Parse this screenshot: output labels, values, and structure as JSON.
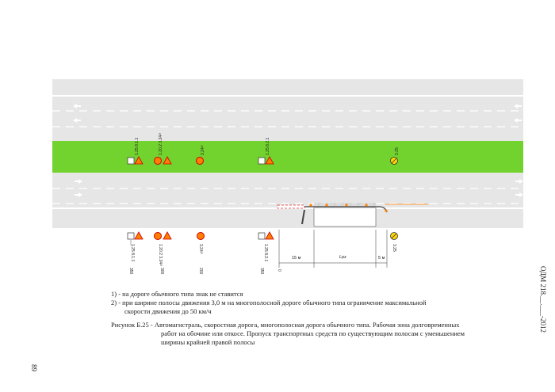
{
  "side_header": "ОДМ 218.__.___-2012",
  "page_number": "89",
  "top_sign_labels": [
    {
      "text": "1.25\n8.1.1",
      "dist": ""
    },
    {
      "text": "1.20.2\n3.24²⁾",
      "dist": ""
    },
    {
      "text": "3.24²⁾",
      "dist": ""
    },
    {
      "text": "1.25\n8.2.1",
      "dist": ""
    },
    {
      "text": "3.25",
      "dist": ""
    }
  ],
  "bottom_sign_labels": [
    {
      "text": "1.25\n8.1.1",
      "dist": "350"
    },
    {
      "text": "1.20.2\n3.24²⁾",
      "dist": "300"
    },
    {
      "text": "3.24²⁾",
      "dist": "200"
    },
    {
      "text": "1.25\n8.2.1",
      "dist": "350"
    },
    {
      "text": "3.25",
      "dist": ""
    }
  ],
  "zero_mark": "0",
  "dims": {
    "taper": "15 м",
    "work_zone": "Lрз",
    "exit": "5 м"
  },
  "notes": [
    "1) - на дороге обычного типа знак не ставится",
    "2) - при ширине полосы движения 3,0 м на многополосной дороге обычного типа ограничение максимальной",
    "скорости движения до 50 км/ч"
  ],
  "caption_lines": [
    "Рисунок Б.25 - Автомагистраль, скоростная дорога, многополосная дорога обычного типа. Рабочая зона долговременных",
    "работ на обочине или откосе. Пропуск транспортных средств по существующим полосам с уменьшением",
    "ширины крайней правой полосы"
  ],
  "colors": {
    "road": "#e6e6e6",
    "median": "#72d22e",
    "marking": "#ffffff",
    "barrier": "#ff7f00"
  }
}
